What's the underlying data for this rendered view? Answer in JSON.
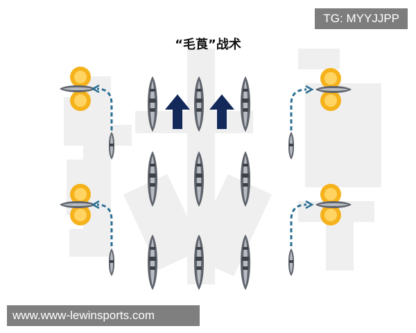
{
  "title": "“毛莨”战术",
  "tag_label": "TG: MYYJJPP",
  "url_label": "www.www-lewinsports.com",
  "watermark_text": "微大号",
  "colors": {
    "arrow_fill": "#13295a",
    "dash_line": "#2a6f93",
    "ship_body": "#5f646c",
    "ship_light": "#b8bcc2",
    "float_outer": "#f5b21b",
    "float_inner": "#ffd463",
    "watermark": "#eeeeee"
  },
  "icons": [
    "ship-icon",
    "float-icon",
    "up-arrow-icon",
    "dashed-path-icon"
  ]
}
